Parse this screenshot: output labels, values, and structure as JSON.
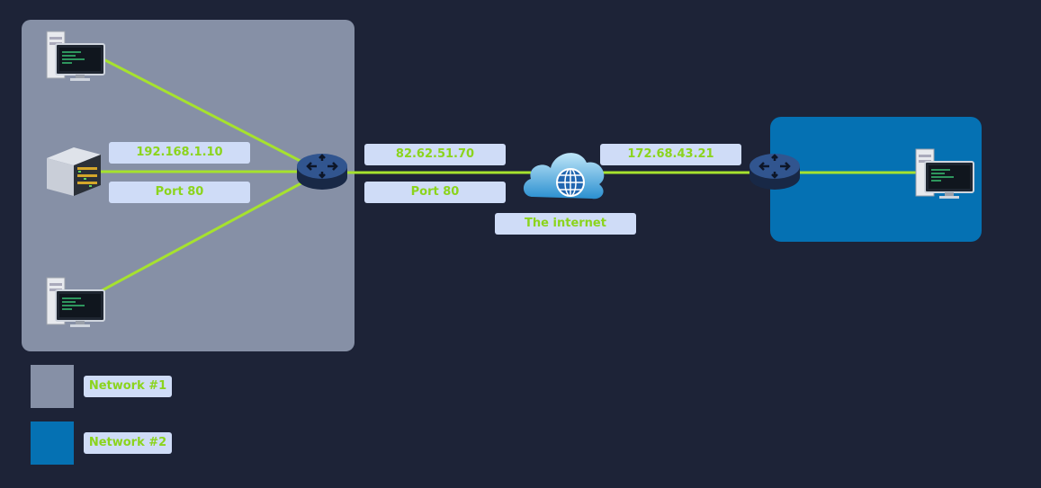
{
  "labels": {
    "lan_ip": "192.168.1.10",
    "lan_port": "Port 80",
    "wan_ip": "82.62.51.70",
    "wan_port": "Port 80",
    "internet": "The internet",
    "remote_ip": "172.68.43.21"
  },
  "legend": [
    {
      "label": "Network #1",
      "color": "#8690a6"
    },
    {
      "label": "Network #2",
      "color": "#0571b3"
    }
  ],
  "colors": {
    "background": "#1d2337",
    "link": "#a6e22e",
    "label_bg": "#cfdcf7",
    "label_text": "#8bd41d"
  },
  "icons": [
    "workstation-icon",
    "server-rack-icon",
    "router-icon",
    "cloud-globe-icon"
  ]
}
